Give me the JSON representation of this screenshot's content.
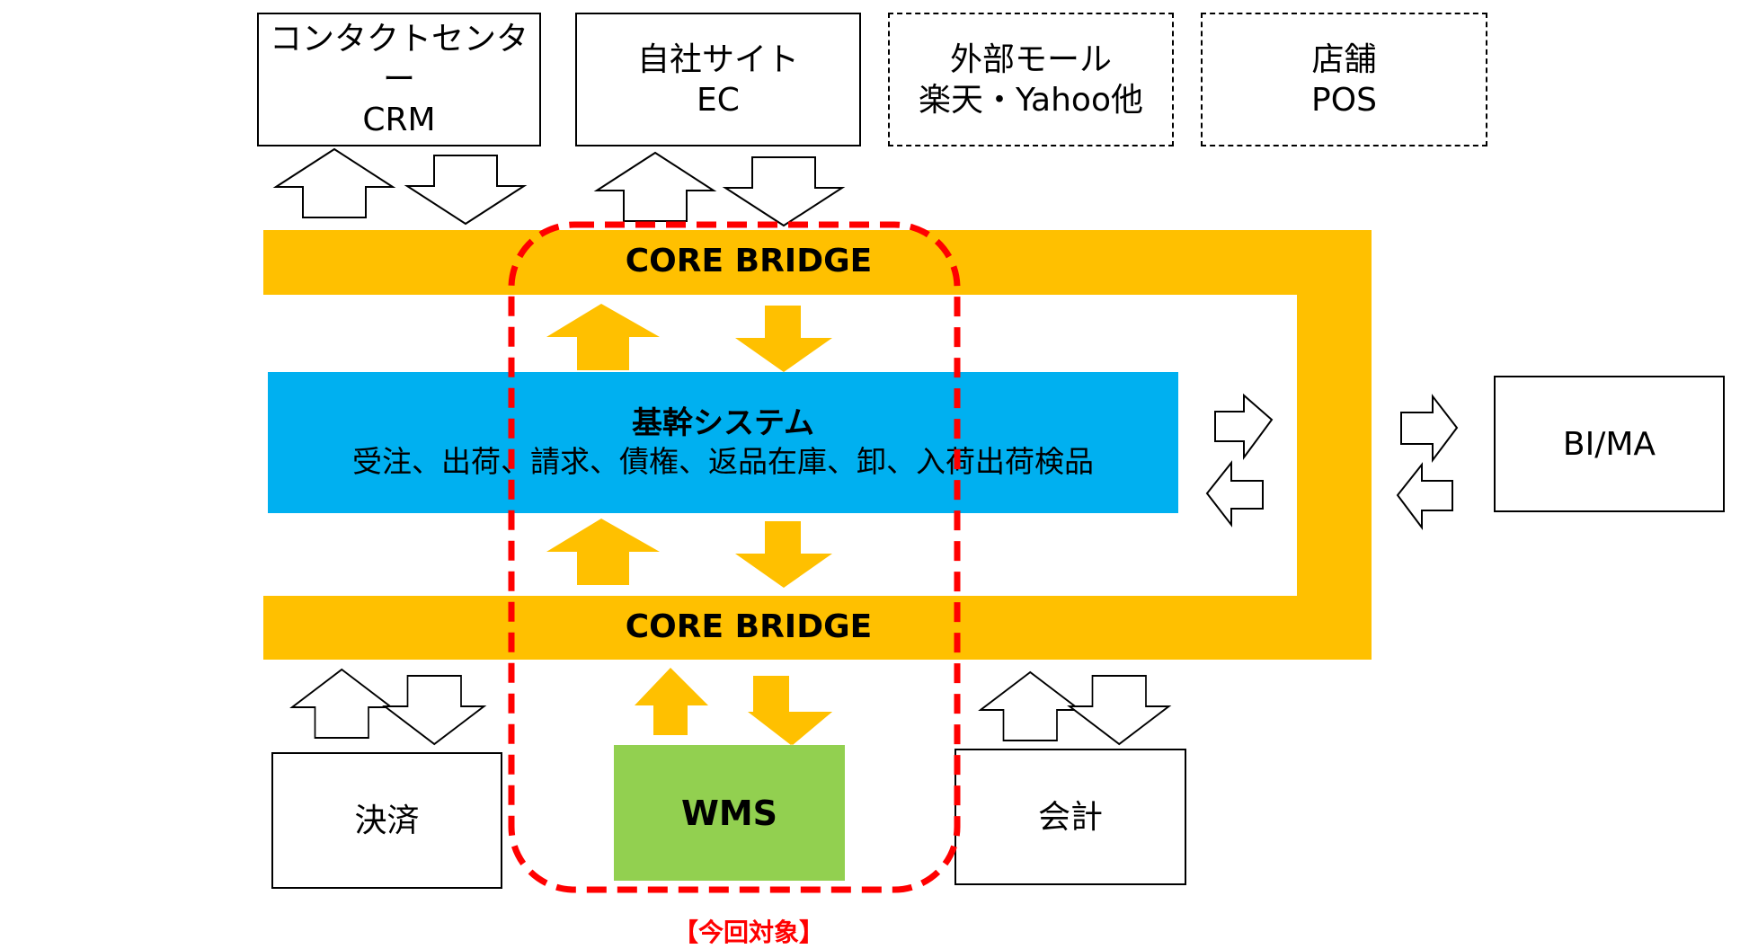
{
  "top_systems": [
    {
      "line1": "コンタクトセンター",
      "line2": "CRM",
      "style": "solid"
    },
    {
      "line1": "自社サイト",
      "line2": "EC",
      "style": "solid"
    },
    {
      "line1": "外部モール",
      "line2": "楽天・Yahoo他",
      "style": "dashed"
    },
    {
      "line1": "店舗",
      "line2": "POS",
      "style": "dashed"
    }
  ],
  "bridge_top_label": "CORE BRIDGE",
  "bridge_bottom_label": "CORE BRIDGE",
  "core_system": {
    "title": "基幹システム",
    "functions": "受注、出荷、請求、債権、返品在庫、卸、入荷出荷検品"
  },
  "right_system": {
    "label": "BI/MA"
  },
  "bottom_systems": [
    {
      "label": "決済"
    },
    {
      "label": "WMS",
      "highlight": true
    },
    {
      "label": "会計"
    }
  ],
  "scope_label": "【今回対象】",
  "colors": {
    "bridge": "#FFC000",
    "core": "#00B0F0",
    "wms": "#92D050",
    "scope": "#FF0000"
  }
}
